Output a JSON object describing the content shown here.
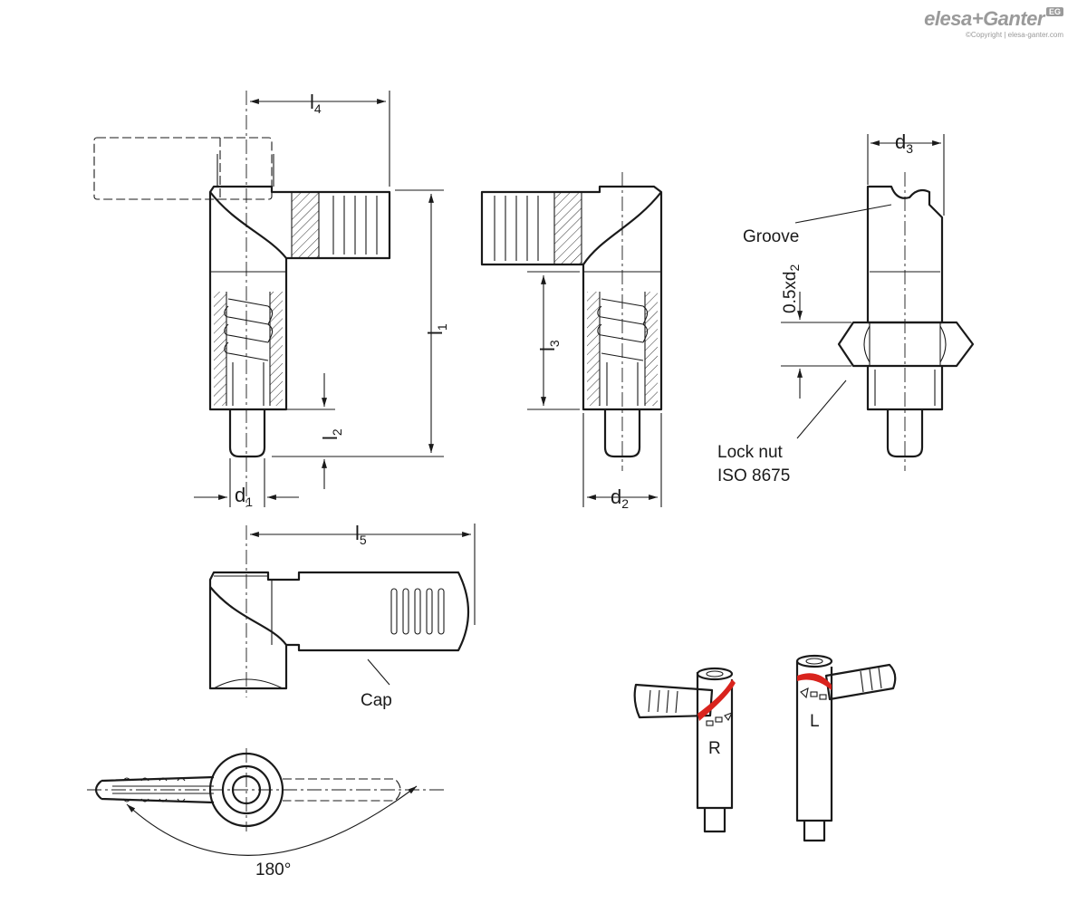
{
  "brand": {
    "name": "elesa+Ganter",
    "badge": "EG",
    "copyright": "©Copyright | elesa-ganter.com"
  },
  "dimensions": {
    "l4": {
      "base": "l",
      "sub": "4"
    },
    "l1": {
      "base": "l",
      "sub": "1"
    },
    "l2": {
      "base": "l",
      "sub": "2"
    },
    "l3": {
      "base": "l",
      "sub": "3"
    },
    "l5": {
      "base": "l",
      "sub": "5"
    },
    "d1": {
      "base": "d",
      "sub": "1"
    },
    "d2": {
      "base": "d",
      "sub": "2"
    },
    "d3": {
      "base": "d",
      "sub": "3"
    },
    "half_d2": {
      "base": "0.5xd",
      "sub": "2"
    }
  },
  "labels": {
    "groove": "Groove",
    "lock_nut_line1": "Lock nut",
    "lock_nut_line2": "ISO 8675",
    "cap": "Cap",
    "angle": "180°",
    "right_version": "R",
    "left_version": "L"
  },
  "colors": {
    "line": "#1a1a1a",
    "accent_red": "#d9231d",
    "brand_gray": "#9a9a9a"
  }
}
